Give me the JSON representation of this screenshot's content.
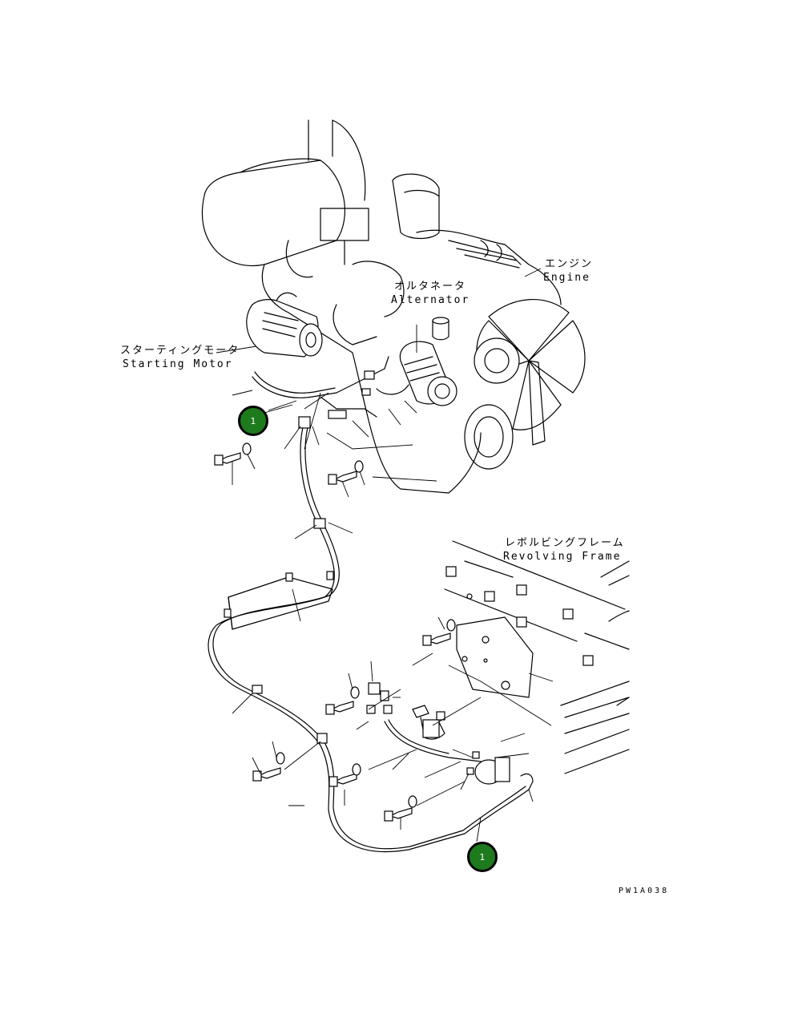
{
  "labels": {
    "engine_jp": "エンジン",
    "engine_en": "Engine",
    "alternator_jp": "オルタネータ",
    "alternator_en": "Alternator",
    "starting_motor_jp": "スターティングモータ",
    "starting_motor_en": "Starting Motor",
    "revolving_frame_jp": "レボルビングフレーム",
    "revolving_frame_en": "Revolving Frame"
  },
  "callouts": [
    "1",
    "1"
  ],
  "drawing_code": "PW1A038"
}
